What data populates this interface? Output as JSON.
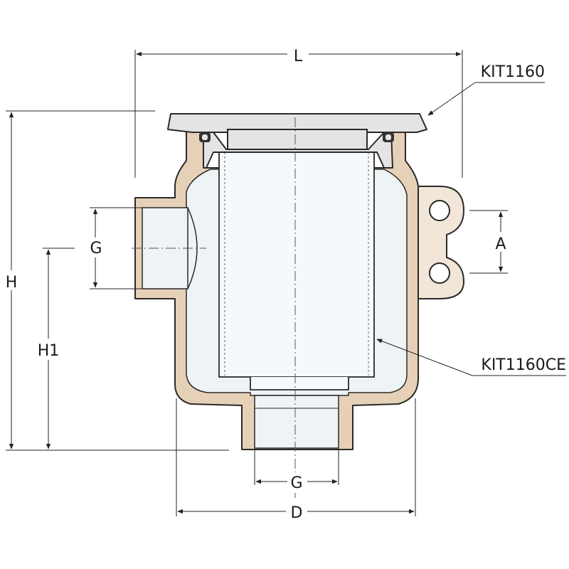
{
  "labels": {
    "L": "L",
    "H": "H",
    "H1": "H1",
    "G_left": "G",
    "G_bottom": "G",
    "D": "D",
    "A": "A",
    "kit_cap": "KIT1160",
    "kit_filter": "KIT1160CE"
  },
  "colors": {
    "bronze_body": "#e6d1b8",
    "cap_grey": "#e4e4e4",
    "glass": "#eef3f6",
    "line": "#2a2a2a"
  }
}
